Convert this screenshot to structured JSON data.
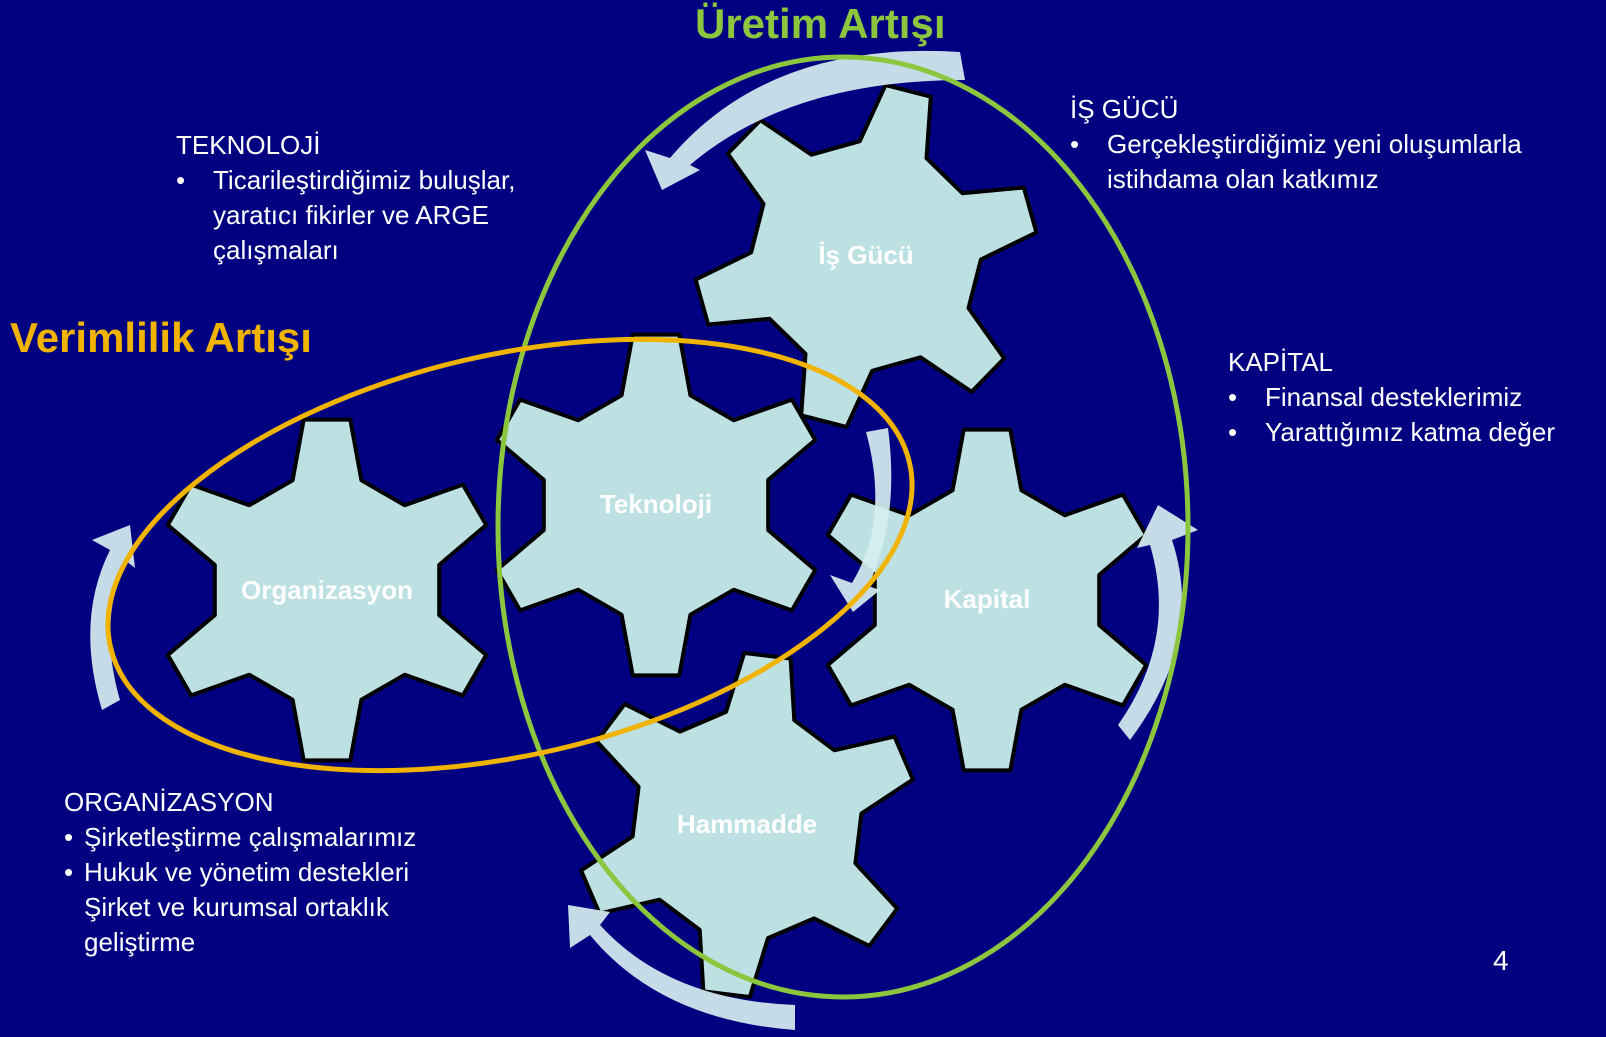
{
  "titles": {
    "uretim": "Üretim Artışı",
    "verimlilik": "Verimlilik Artışı"
  },
  "gears": {
    "is_gucu": "İş Gücü",
    "teknoloji": "Teknoloji",
    "organizasyon": "Organizasyon",
    "kapital": "Kapital",
    "hammadde": "Hammadde"
  },
  "teknoloji_block": {
    "heading": "TEKNOLOJİ",
    "bullets": [
      "Ticarileştirdiğimiz buluşlar, yaratıcı fikirler ve ARGE çalışmaları"
    ]
  },
  "is_gucu_block": {
    "heading": "İŞ GÜCÜ",
    "bullets": [
      "Gerçekleştirdiğimiz yeni oluşumlarla istihdama olan katkımız"
    ]
  },
  "kapital_block": {
    "heading": "KAPİTAL",
    "bullets": [
      "Finansal desteklerimiz",
      "Yarattığımız katma değer"
    ]
  },
  "organizasyon_block": {
    "heading": "ORGANİZASYON",
    "bullets": [
      "Şirketleştirme çalışmalarımız",
      "Hukuk ve yönetim destekleri"
    ],
    "continuation": [
      "Şirket ve kurumsal ortaklık",
      "geliştirme"
    ]
  },
  "page_number": "4",
  "colors": {
    "background": "#000080",
    "gear_fill": "#bde0e2",
    "gear_stroke": "#000000",
    "arrow_fill": "#d6eef0",
    "uretim_ellipse": "#8cc63f",
    "verimlilik_ellipse": "#f0b400",
    "uretim_title": "#8cc63f",
    "verimlilik_title": "#f0b400",
    "text": "#ffffff"
  }
}
